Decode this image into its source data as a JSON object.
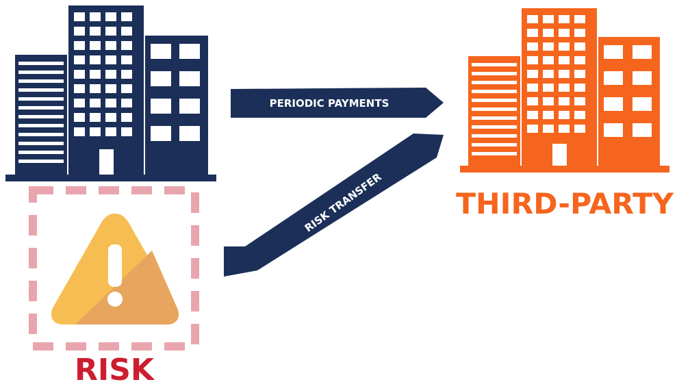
{
  "colors": {
    "navy": "#1b2f58",
    "orange": "#f5651e",
    "red": "#cc1e2f",
    "pink_dash": "#e9a5ad",
    "warning_light": "#f6be52",
    "warning_dark": "#e8a55d",
    "white": "#ffffff"
  },
  "icons": {
    "client_building": "building-icon",
    "third_party_building": "building-icon",
    "risk": "warning-triangle-icon"
  },
  "arrows": {
    "payments_label": "PERIODIC PAYMENTS",
    "risk_transfer_label": "RISK TRANSFER"
  },
  "labels": {
    "third_party": "THIRD-PARTY",
    "risk": "RISK"
  }
}
